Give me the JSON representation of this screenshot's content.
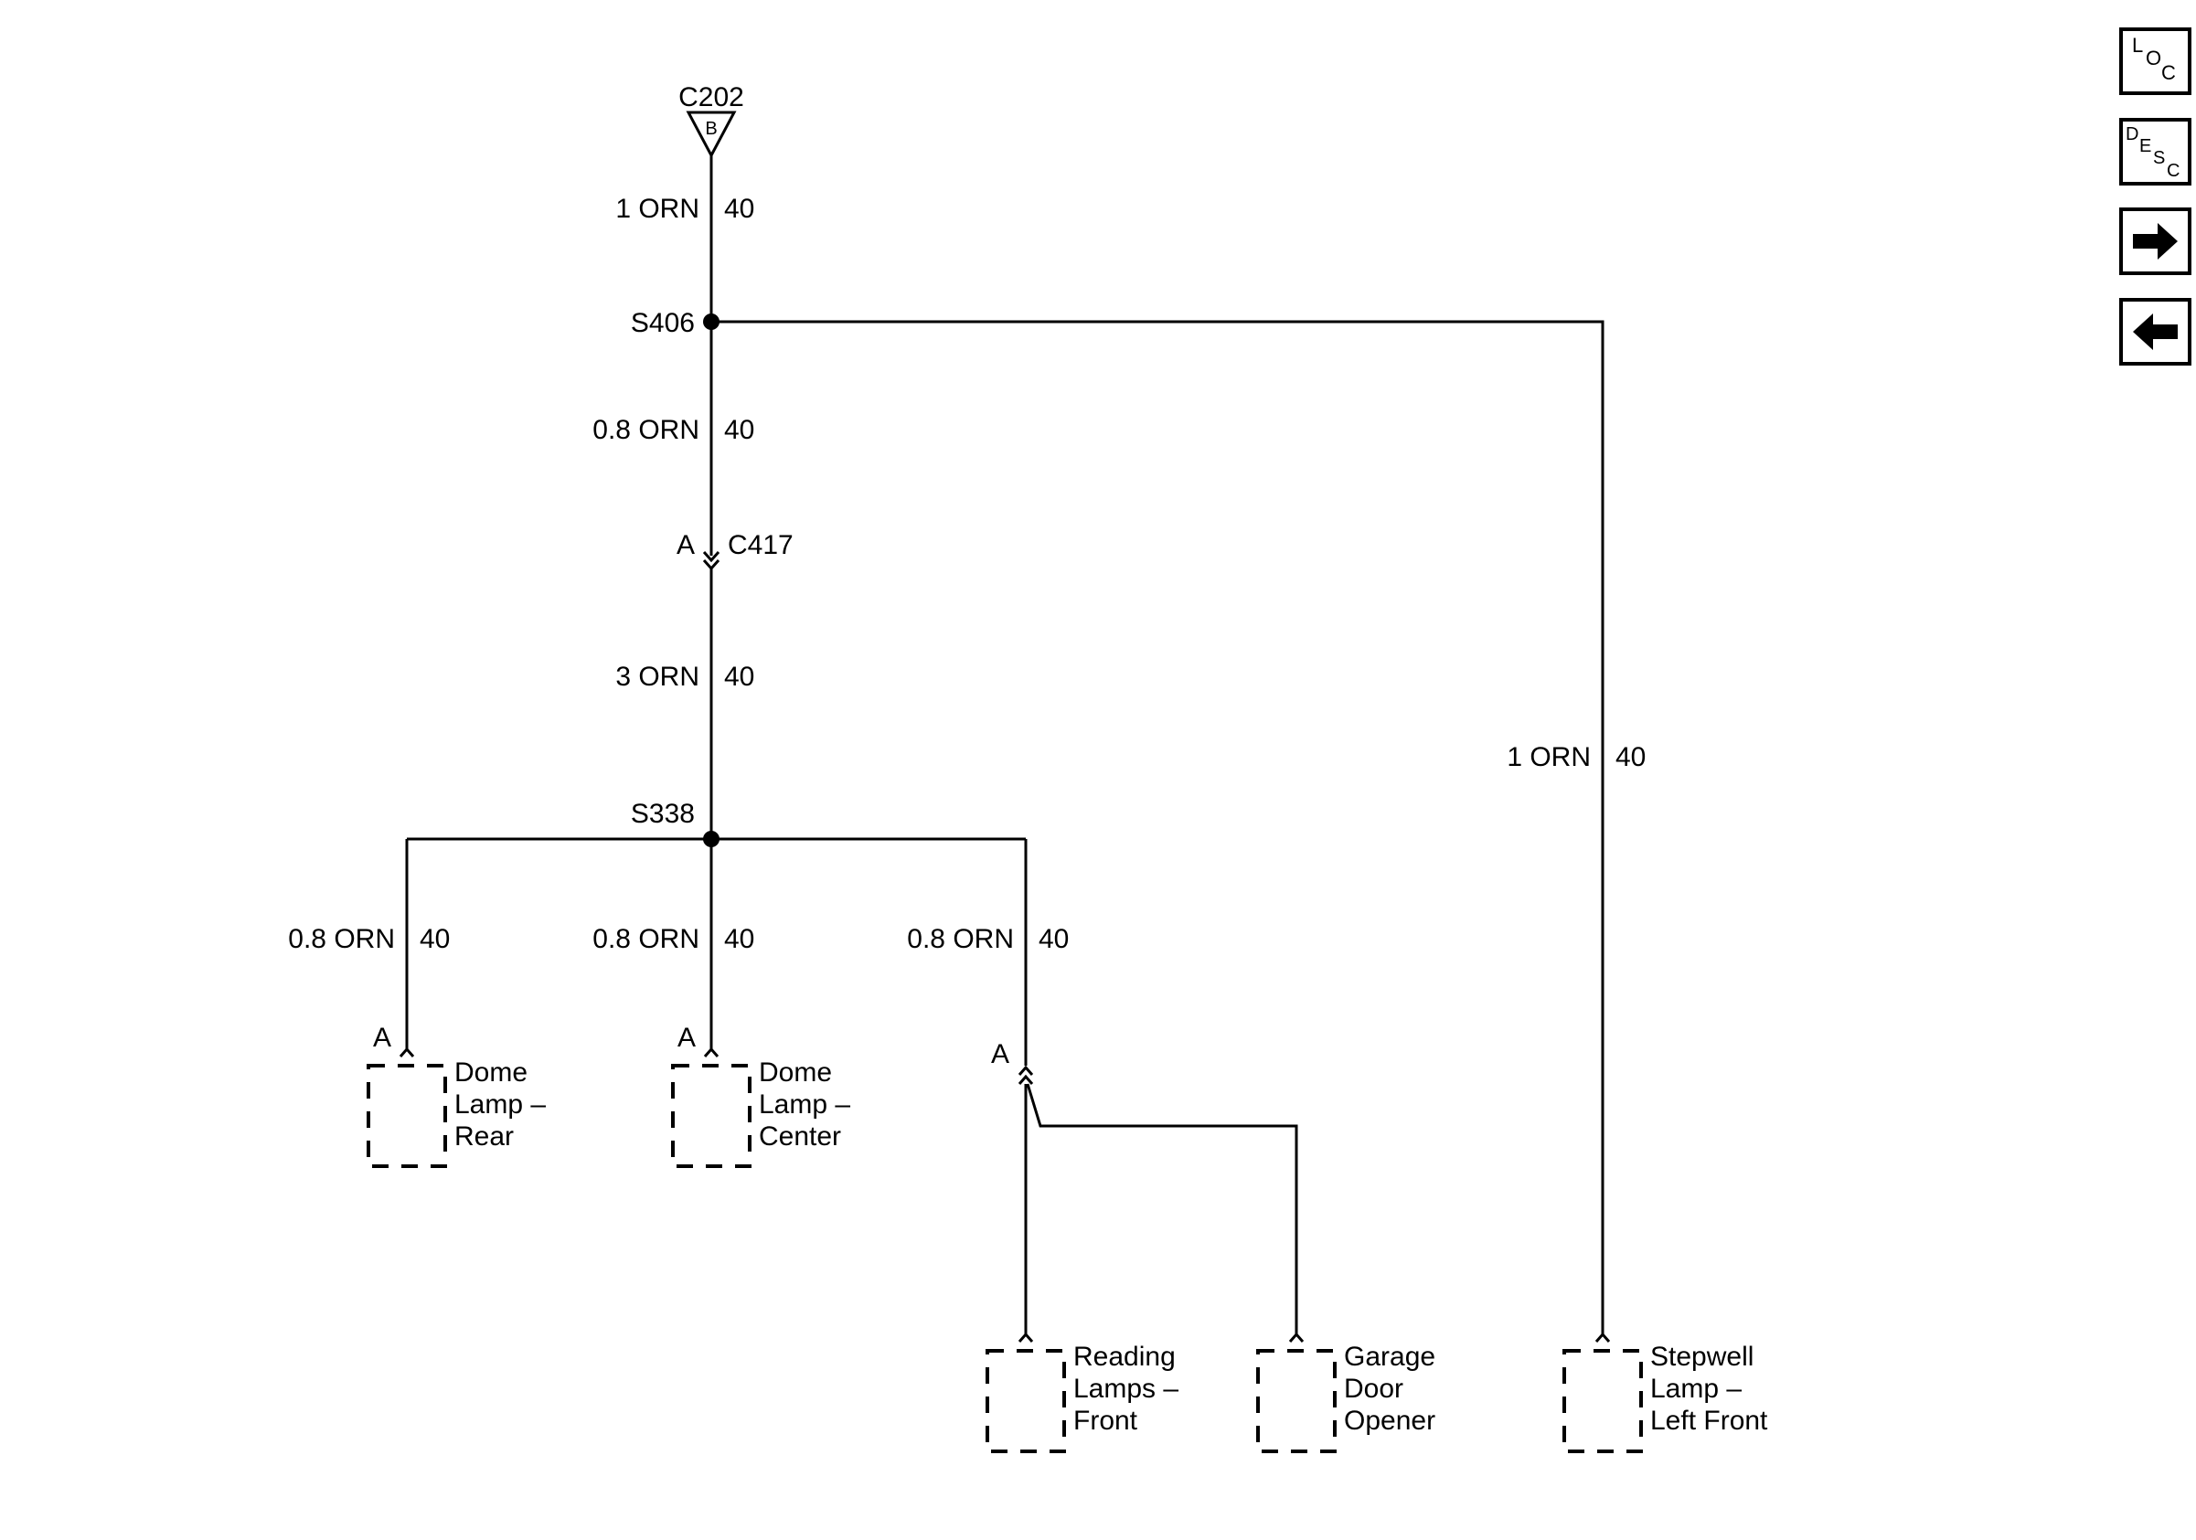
{
  "connectors": {
    "c202": {
      "name": "C202",
      "pin": "B"
    },
    "c417": {
      "name": "C417",
      "pin": "A"
    }
  },
  "splices": {
    "s406": "S406",
    "s338": "S338"
  },
  "wires": {
    "c202_s406": {
      "gauge": "1 ORN",
      "circuit": "40"
    },
    "s406_c417": {
      "gauge": "0.8 ORN",
      "circuit": "40"
    },
    "c417_s338": {
      "gauge": "3 ORN",
      "circuit": "40"
    },
    "stepwell": {
      "gauge": "1 ORN",
      "circuit": "40"
    },
    "dome_rear": {
      "gauge": "0.8 ORN",
      "circuit": "40"
    },
    "dome_center": {
      "gauge": "0.8 ORN",
      "circuit": "40"
    },
    "reading": {
      "gauge": "0.8 ORN",
      "circuit": "40"
    }
  },
  "components": {
    "dome_rear": {
      "pin": "A",
      "lines": [
        "Dome",
        "Lamp –",
        "Rear"
      ]
    },
    "dome_center": {
      "pin": "A",
      "lines": [
        "Dome",
        "Lamp –",
        "Center"
      ]
    },
    "reading_split_pin": "A",
    "reading": {
      "lines": [
        "Reading",
        "Lamps –",
        "Front"
      ]
    },
    "garage": {
      "lines": [
        "Garage",
        "Door",
        "Opener"
      ]
    },
    "stepwell": {
      "lines": [
        "Stepwell",
        "Lamp –",
        "Left Front"
      ]
    }
  },
  "nav": {
    "loc": [
      "L",
      "O",
      "C"
    ],
    "desc": [
      "D",
      "E",
      "S",
      "C"
    ],
    "next_icon": "arrow-right-icon",
    "prev_icon": "arrow-left-icon"
  }
}
